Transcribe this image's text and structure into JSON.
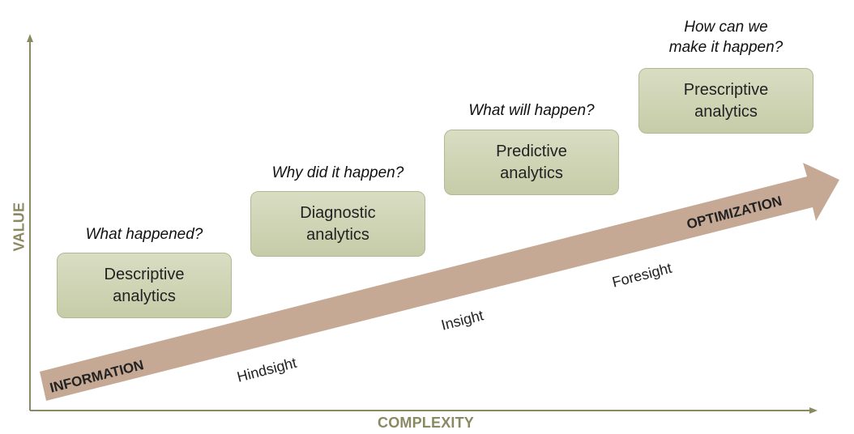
{
  "diagram": {
    "x_axis_label": "COMPLEXITY",
    "y_axis_label": "VALUE",
    "axis_color": "#8a8a62",
    "arrow": {
      "start_label": "INFORMATION",
      "end_label": "OPTIMIZATION",
      "color": "#c5a995"
    },
    "milestones": [
      "Hindsight",
      "Insight",
      "Foresight"
    ],
    "stages": [
      {
        "title_line1": "Descriptive",
        "title_line2": "analytics",
        "question_line1": "What happened?",
        "question_line2": ""
      },
      {
        "title_line1": "Diagnostic",
        "title_line2": "analytics",
        "question_line1": "Why did it happen?",
        "question_line2": ""
      },
      {
        "title_line1": "Predictive",
        "title_line2": "analytics",
        "question_line1": "What will happen?",
        "question_line2": ""
      },
      {
        "title_line1": "Prescriptive",
        "title_line2": "analytics",
        "question_line1": "How can we",
        "question_line2": "make it happen?"
      }
    ],
    "box_color": "#cdd2b2"
  }
}
